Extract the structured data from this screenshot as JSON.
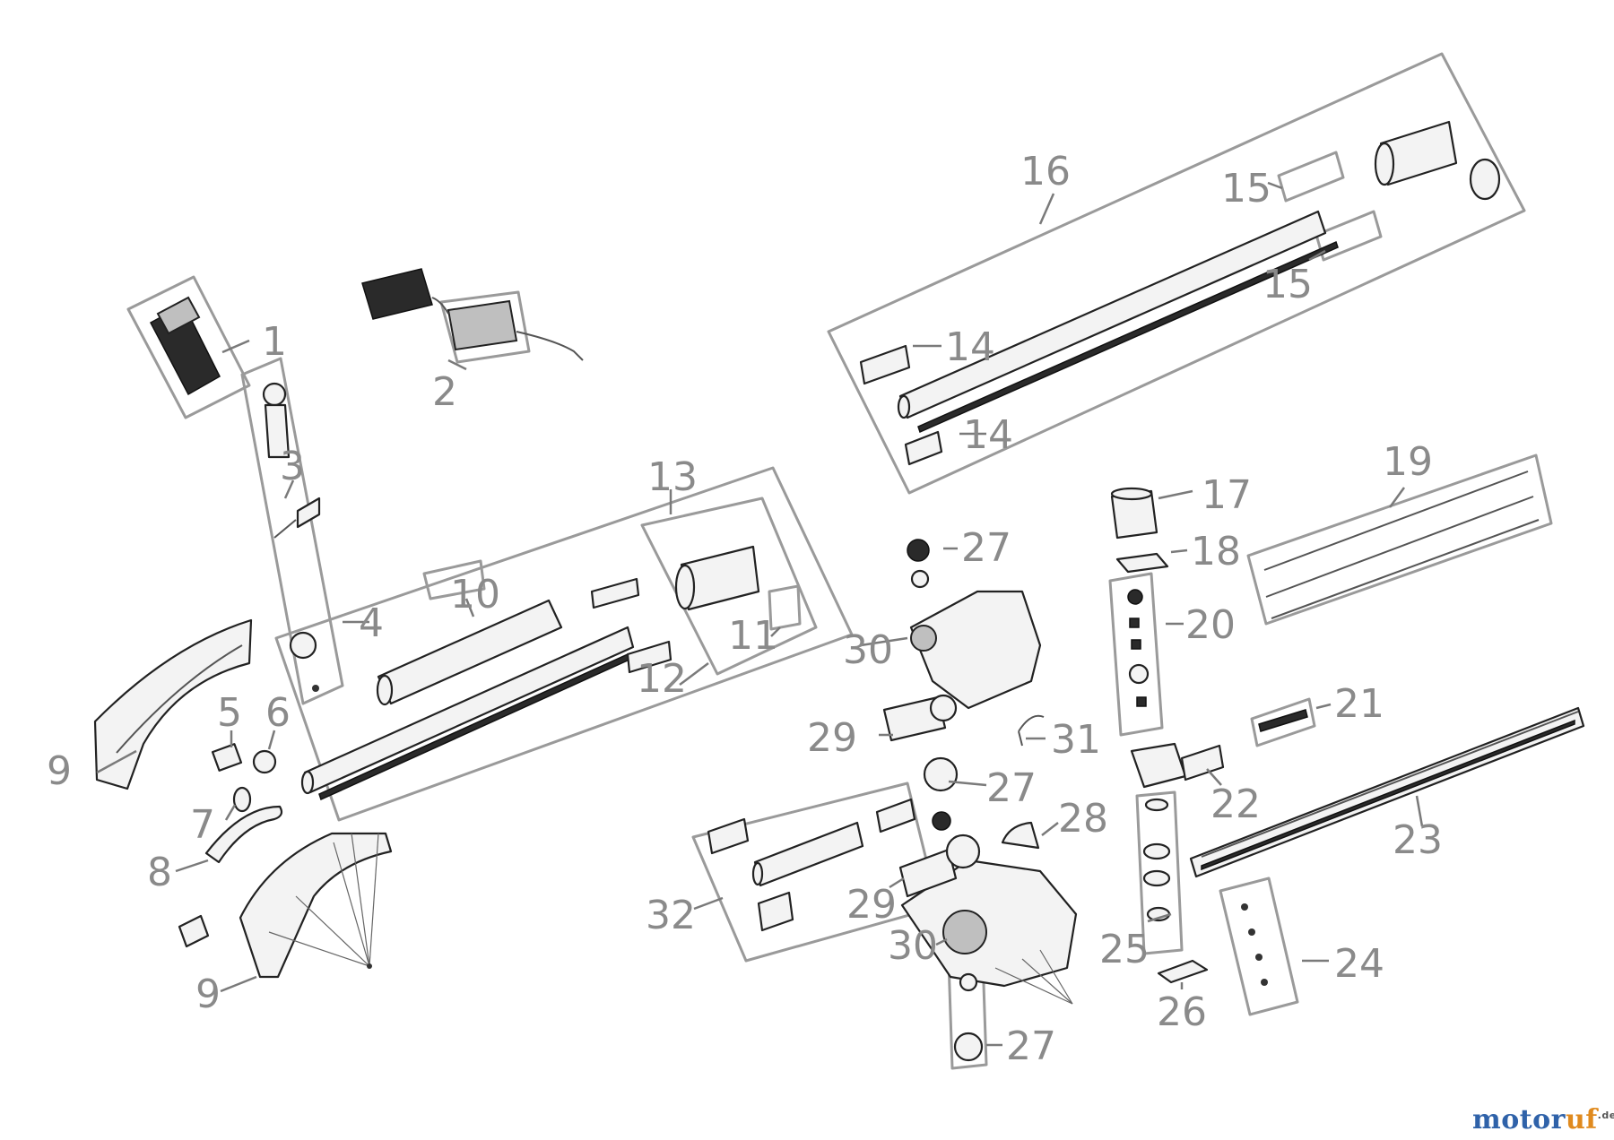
{
  "brand": {
    "part1": "motor",
    "part2": "uf",
    "suffix": ".de"
  },
  "callouts": [
    {
      "id": "c1",
      "text": "1"
    },
    {
      "id": "c2",
      "text": "2"
    },
    {
      "id": "c3",
      "text": "3"
    },
    {
      "id": "c4",
      "text": "4"
    },
    {
      "id": "c5",
      "text": "5"
    },
    {
      "id": "c6",
      "text": "6"
    },
    {
      "id": "c7",
      "text": "7"
    },
    {
      "id": "c8",
      "text": "8"
    },
    {
      "id": "c9a",
      "text": "9"
    },
    {
      "id": "c9b",
      "text": "9"
    },
    {
      "id": "c10",
      "text": "10"
    },
    {
      "id": "c11",
      "text": "11"
    },
    {
      "id": "c12",
      "text": "12"
    },
    {
      "id": "c13",
      "text": "13"
    },
    {
      "id": "c14a",
      "text": "14"
    },
    {
      "id": "c14b",
      "text": "14"
    },
    {
      "id": "c15a",
      "text": "15"
    },
    {
      "id": "c15b",
      "text": "15"
    },
    {
      "id": "c16",
      "text": "16"
    },
    {
      "id": "c17",
      "text": "17"
    },
    {
      "id": "c18",
      "text": "18"
    },
    {
      "id": "c19",
      "text": "19"
    },
    {
      "id": "c20",
      "text": "20"
    },
    {
      "id": "c21",
      "text": "21"
    },
    {
      "id": "c22",
      "text": "22"
    },
    {
      "id": "c23",
      "text": "23"
    },
    {
      "id": "c24",
      "text": "24"
    },
    {
      "id": "c25",
      "text": "25"
    },
    {
      "id": "c26",
      "text": "26"
    },
    {
      "id": "c27a",
      "text": "27"
    },
    {
      "id": "c27b",
      "text": "27"
    },
    {
      "id": "c27c",
      "text": "27"
    },
    {
      "id": "c28",
      "text": "28"
    },
    {
      "id": "c29a",
      "text": "29"
    },
    {
      "id": "c29b",
      "text": "29"
    },
    {
      "id": "c30a",
      "text": "30"
    },
    {
      "id": "c30b",
      "text": "30"
    },
    {
      "id": "c31",
      "text": "31"
    },
    {
      "id": "c32",
      "text": "32"
    }
  ]
}
